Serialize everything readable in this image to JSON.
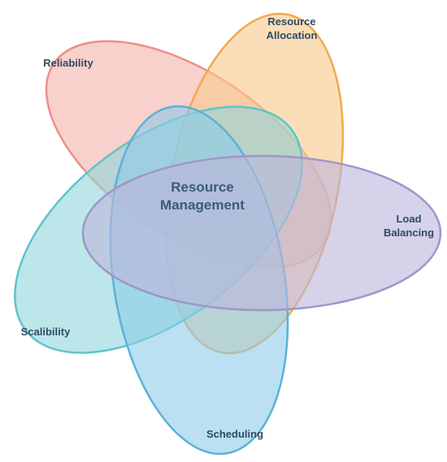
{
  "center": {
    "line1": "Resource",
    "line2": "Management"
  },
  "petals": [
    {
      "id": "reliability",
      "color": "#ef8f86",
      "fill": "#f3b3ad",
      "label_lines": [
        "Reliability"
      ]
    },
    {
      "id": "resource-allocation",
      "color": "#f2a84e",
      "fill": "#f8c98c",
      "label_lines": [
        "Resource",
        "Allocation"
      ]
    },
    {
      "id": "load-balancing",
      "color": "#9e96c9",
      "fill": "#bdb7dc",
      "label_lines": [
        "Load",
        "Balancing"
      ]
    },
    {
      "id": "scheduling",
      "color": "#5ab1db",
      "fill": "#8ccbe8",
      "label_lines": [
        "Scheduling"
      ]
    },
    {
      "id": "scalibility",
      "color": "#5ec4cc",
      "fill": "#8fd6da",
      "label_lines": [
        "Scalibility"
      ]
    }
  ]
}
